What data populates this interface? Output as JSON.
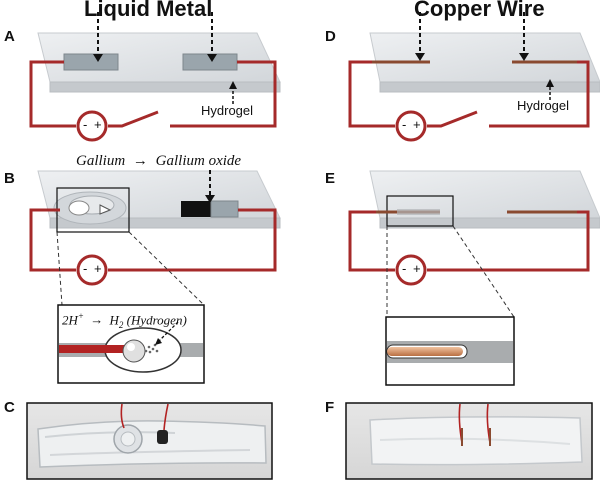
{
  "titles": {
    "left": "Liquid Metal",
    "right": "Copper Wire"
  },
  "panels": {
    "A": "A",
    "B": "B",
    "C": "C",
    "D": "D",
    "E": "E",
    "F": "F"
  },
  "labels": {
    "hydrogel": "Hydrogel",
    "minus": "-",
    "plus": "+"
  },
  "equations": {
    "gallium": "Gallium",
    "arrow": "→",
    "gallium_oxide": "Gallium oxide",
    "hydrogen_lhs": "2H",
    "hydrogen_sup": "+",
    "hydrogen_rhs": "H",
    "hydrogen_sub": "2",
    "hydrogen_name": "(Hydrogen)"
  },
  "colors": {
    "wire": "#a52a2a",
    "slab": "#d9dcdf",
    "metal": "#8e9aa3",
    "oxide": "#111111",
    "copper": "#c98a5e"
  }
}
